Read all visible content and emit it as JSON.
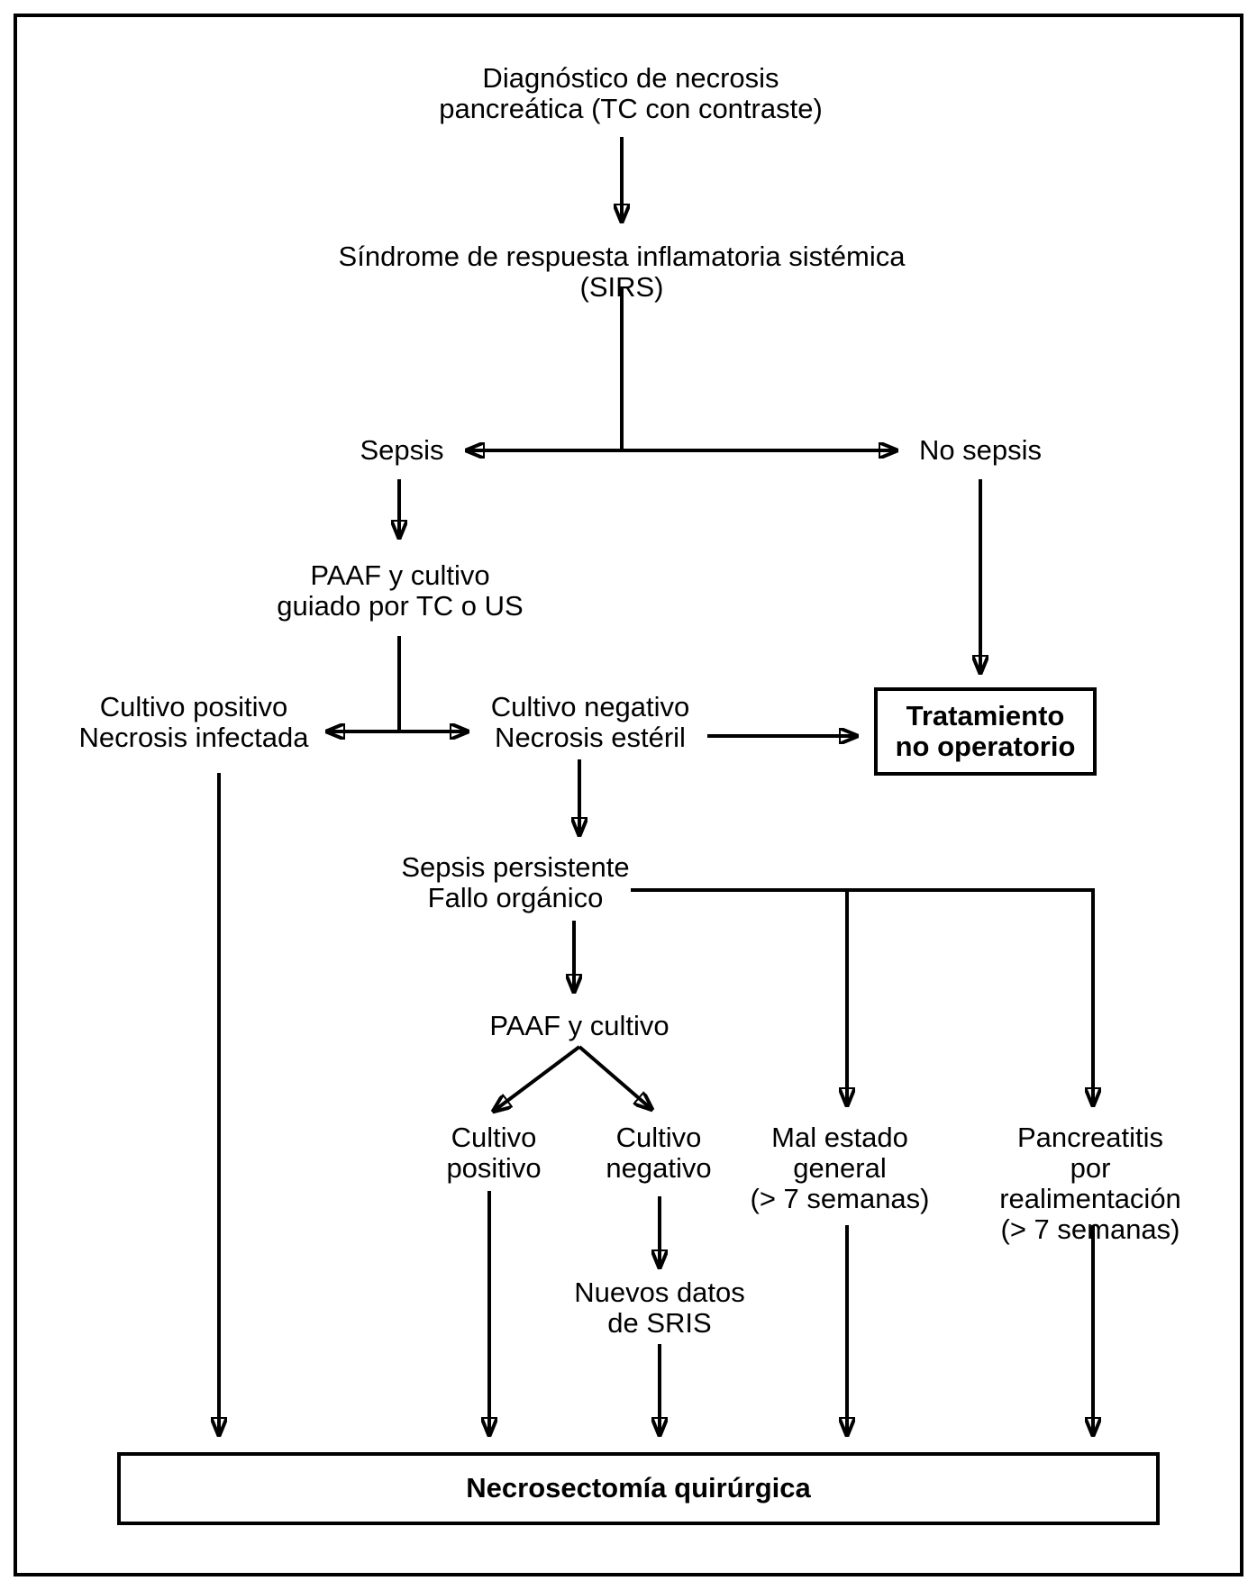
{
  "figure": {
    "type": "flowchart",
    "language": "es",
    "colors": {
      "ink": "#000000",
      "background": "#ffffff"
    },
    "nodes": {
      "diagnostico": "Diagnóstico de necrosis\npancreática (TC con contraste)",
      "sirs": "Síndrome de respuesta inflamatoria sistémica (SIRS)",
      "sepsis": "Sepsis",
      "no_sepsis": "No sepsis",
      "paaf_guiado": "PAAF y cultivo\nguiado por TC o US",
      "cultivo_positivo_infectada": "Cultivo positivo\nNecrosis infectada",
      "cultivo_negativo_esteril": "Cultivo negativo\nNecrosis estéril",
      "tratamiento_no_operatorio": "Tratamiento\nno operatorio",
      "sepsis_persistente": "Sepsis persistente\nFallo orgánico",
      "paaf_cultivo": "PAAF y cultivo",
      "cultivo_positivo": "Cultivo\npositivo",
      "cultivo_negativo": "Cultivo\nnegativo",
      "mal_estado": "Mal estado\ngeneral\n(> 7 semanas)",
      "pancreatitis": "Pancreatitis por\nrealimentación\n(> 7 semanas)",
      "nuevos_datos": "Nuevos datos\nde SRIS",
      "necrosectomia": "Necrosectomía quirúrgica"
    }
  }
}
